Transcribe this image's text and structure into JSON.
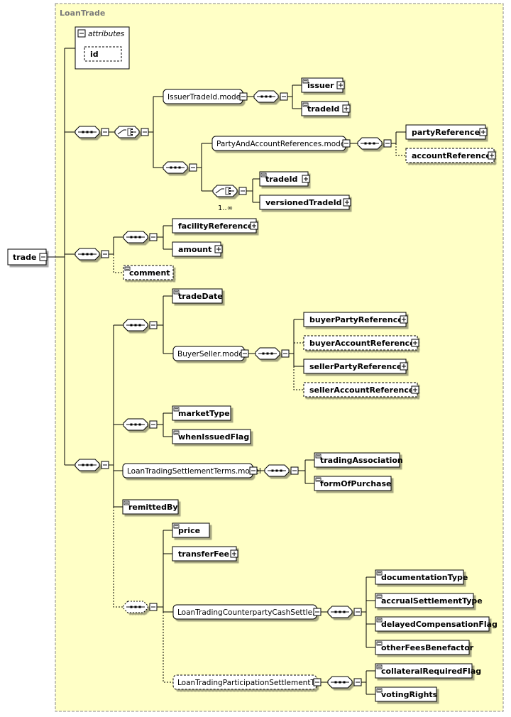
{
  "title": "LoanTrade",
  "root": "trade",
  "attributes": {
    "heading": "attributes",
    "id": "id"
  },
  "elements": {
    "issuer_trade_id_model": "IssuerTradeId.model",
    "issuer": "issuer",
    "trade_id_1": "tradeId",
    "party_and_account_references_model": "PartyAndAccountReferences.model",
    "party_reference": "partyReference",
    "account_reference": "accountReference",
    "trade_id_2": "tradeId",
    "versioned_trade_id": "versionedTradeId",
    "multiplicity": "1..∞",
    "facility_reference": "facilityReference",
    "amount": "amount",
    "comment": "comment",
    "trade_date": "tradeDate",
    "buyer_seller_model": "BuyerSeller.model",
    "buyer_party_reference": "buyerPartyReference",
    "buyer_account_reference": "buyerAccountReference",
    "seller_party_reference": "sellerPartyReference",
    "seller_account_reference": "sellerAccountReference",
    "market_type": "marketType",
    "when_issued_flag": "whenIssuedFlag",
    "loan_trading_settlement_terms_model": "LoanTradingSettlementTerms.model",
    "trading_association": "tradingAssociation",
    "form_of_purchase": "formOfPurchase",
    "remitted_by": "remittedBy",
    "price": "price",
    "transfer_fee": "transferFee",
    "counterparty_cash_settlement": "LoanTradingCounterpartyCashSettle...",
    "documentation_type": "documentationType",
    "accrual_settlement_type": "accrualSettlementType",
    "delayed_compensation_flag": "delayedCompensationFlag",
    "other_fees_benefactor": "otherFeesBenefactor",
    "participation_settlement": "LoanTradingParticipationSettlementT...",
    "collateral_required_flag": "collateralRequiredFlag",
    "voting_rights": "votingRights"
  },
  "colors": {
    "frame_fill": "#ffffc6",
    "frame_border": "#8a8a8a",
    "title_text": "#7a7a7a",
    "box_border": "#000000",
    "box_fill": "#ffffff"
  }
}
